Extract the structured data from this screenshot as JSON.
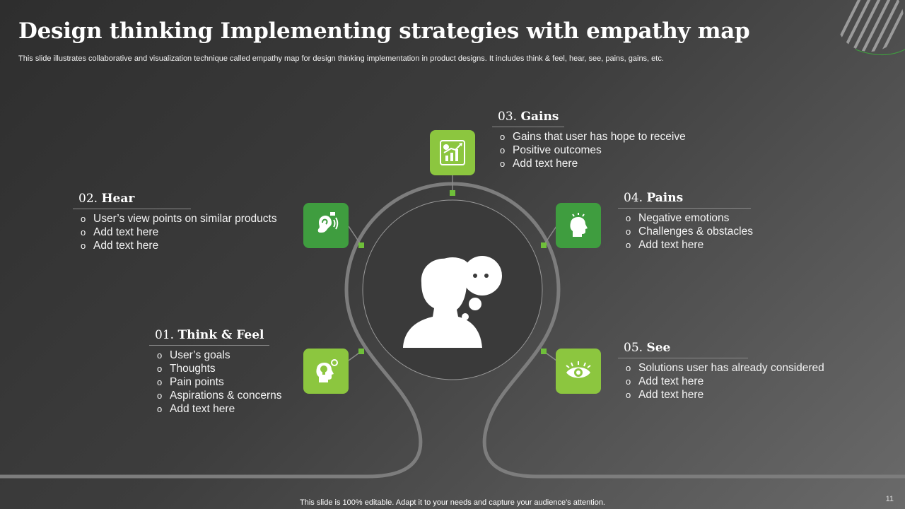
{
  "title": "Design thinking Implementing strategies with empathy map",
  "subtitle": "This slide illustrates collaborative and visualization technique called empathy map for design thinking implementation in product designs. It includes think & feel, hear, see, pains, gains, etc.",
  "sections": {
    "think_feel": {
      "number": "01.",
      "name": "Think & Feel",
      "icon": "head-lightbulb-icon",
      "items": [
        "User’s goals",
        "Thoughts",
        "Pain points",
        "Aspirations & concerns",
        "Add text here"
      ]
    },
    "hear": {
      "number": "02.",
      "name": "Hear",
      "icon": "ear-listening-icon",
      "items": [
        "User’s view points on similar products",
        "Add text here",
        "Add text here"
      ]
    },
    "gains": {
      "number": "03.",
      "name": "Gains",
      "icon": "growth-chart-icon",
      "items": [
        "Gains that user has hope to receive",
        "Positive outcomes",
        "Add text here"
      ]
    },
    "pains": {
      "number": "04.",
      "name": "Pains",
      "icon": "stressed-head-icon",
      "items": [
        "Negative emotions",
        "Challenges & obstacles",
        "Add text here"
      ]
    },
    "see": {
      "number": "05.",
      "name": "See",
      "icon": "eye-icon",
      "items": [
        "Solutions user has already considered",
        "Add text here",
        "Add text here"
      ]
    }
  },
  "bullet_mark": "o",
  "center_icon": "thinking-person-icon",
  "colors": {
    "lime": "#8cc63f",
    "green": "#3f9d3f",
    "connector": "#6fbf3a"
  },
  "footer": "This slide is 100% editable. Adapt it to your needs and capture your audience's attention.",
  "page_number": "11"
}
